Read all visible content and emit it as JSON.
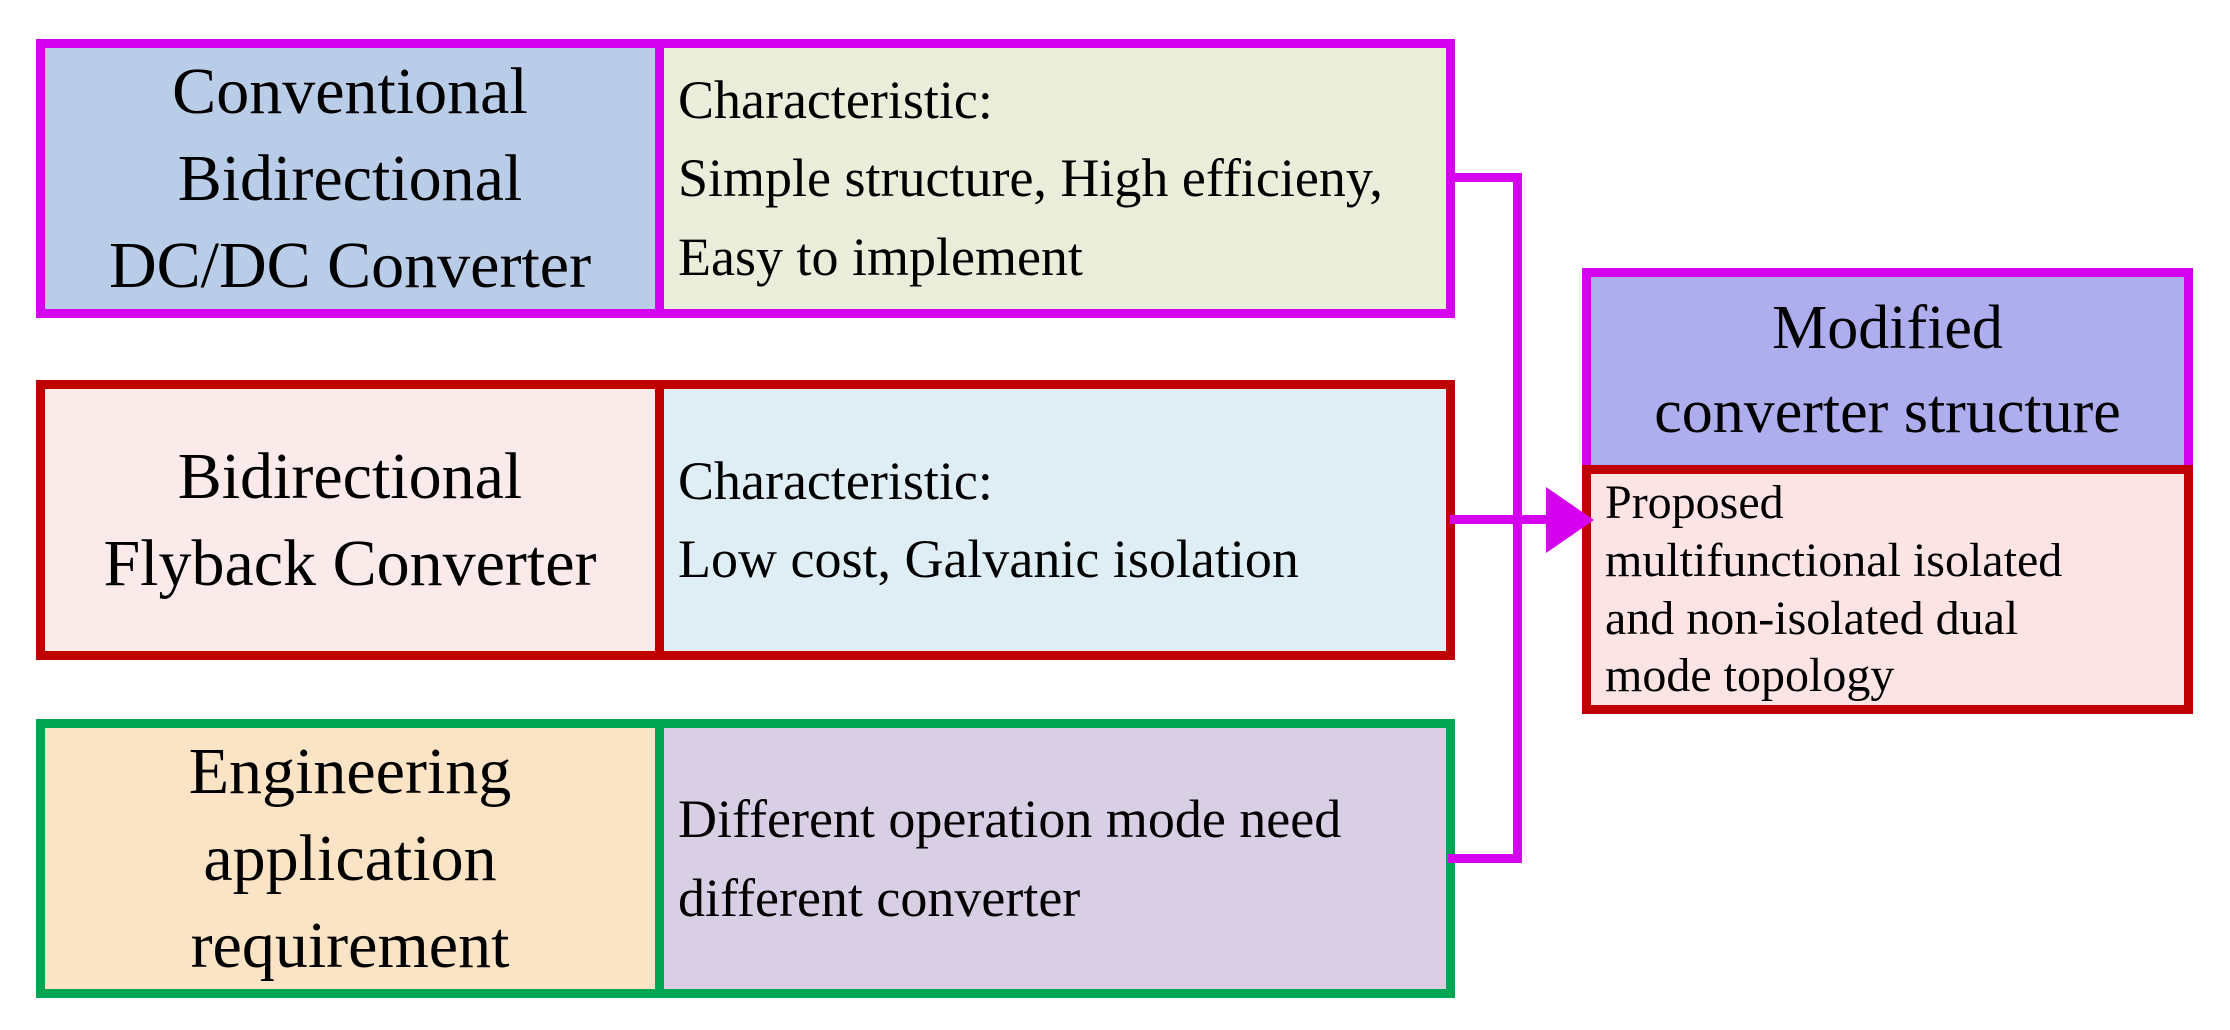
{
  "colors": {
    "magenta_border": "#d400ee",
    "dark_red_border": "#c00000",
    "green_border": "#00a651",
    "row1_title_bg": "#b9cce8",
    "row1_characteristic_bg": "#e9edd9",
    "row2_title_bg": "#faebea",
    "row2_characteristic_bg": "#dfeef5",
    "row3_title_bg": "#fbe3c5",
    "row3_characteristic_bg": "#d8cfe5",
    "result_title_bg": "#aeaeef",
    "result_body_bg": "#fde4e4"
  },
  "rows": [
    {
      "title": "Conventional\nBidirectional\nDC/DC Converter",
      "characteristic": "Characteristic:\nSimple structure, High efficieny,\nEasy to implement"
    },
    {
      "title": "Bidirectional\nFlyback Converter",
      "characteristic": "Characteristic:\nLow cost, Galvanic isolation"
    },
    {
      "title": "Engineering\napplication\nrequirement",
      "characteristic": "Different operation mode need\ndifferent converter"
    }
  ],
  "result": {
    "title": "Modified\nconverter structure",
    "body": "Proposed\nmultifunctional isolated\nand non-isolated dual\nmode topology"
  }
}
